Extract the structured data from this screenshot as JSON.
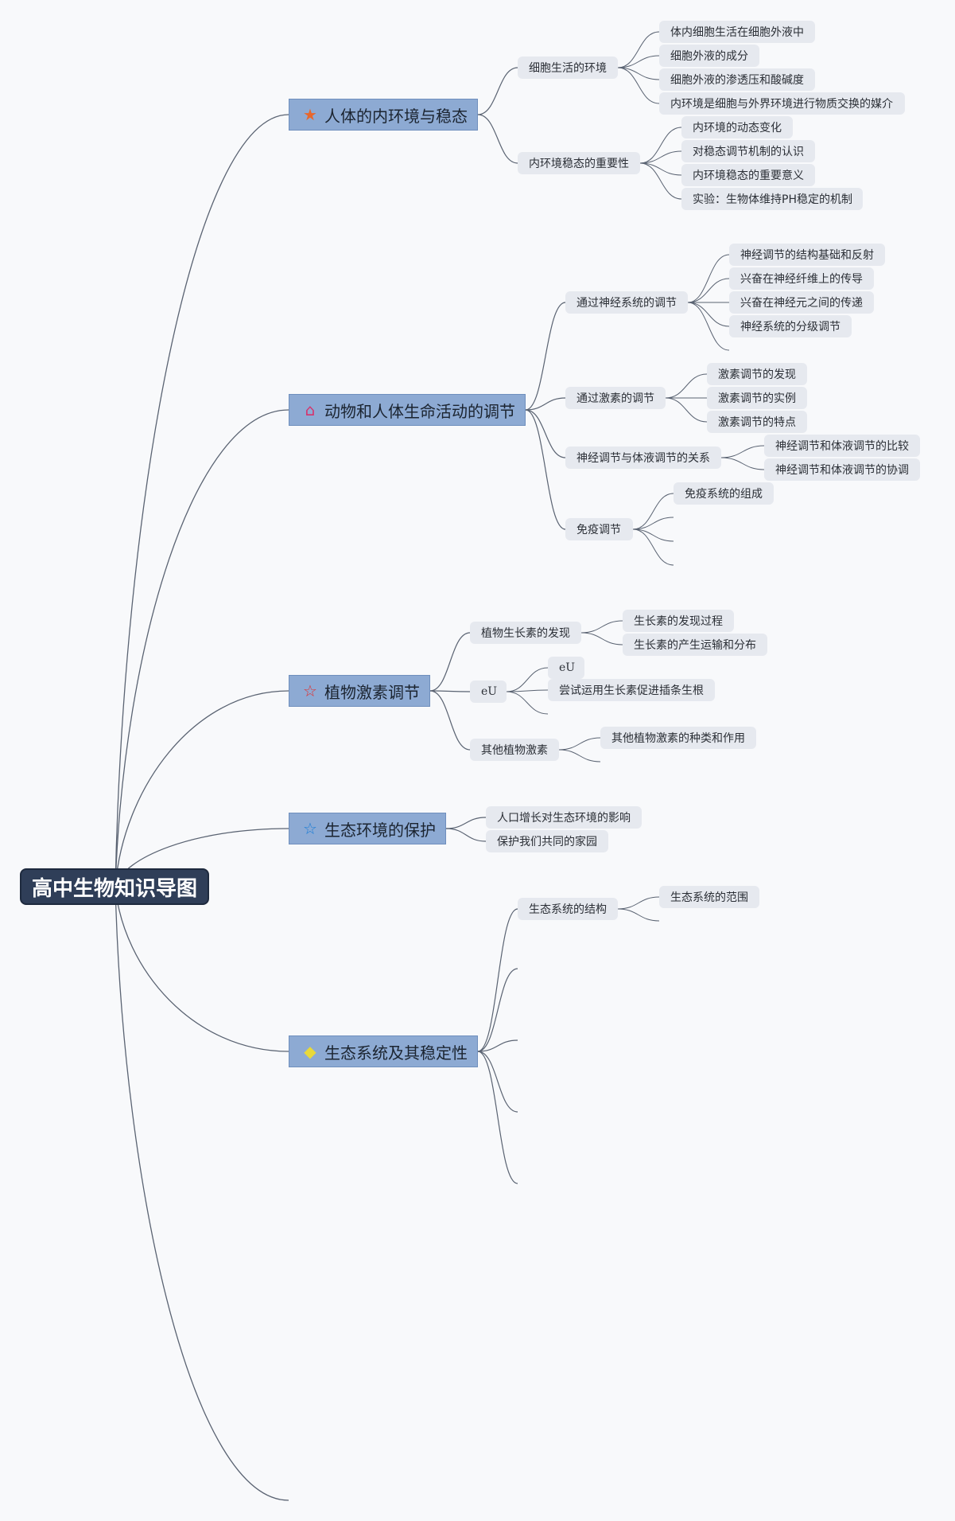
{
  "root": {
    "label": "高中生物知识导图"
  },
  "branches": [
    {
      "label": "人体的内环境与稳态",
      "icon": "★",
      "icon_name": "star-filled-icon",
      "icon_color": "#e8672c",
      "subs": [
        {
          "label": "细胞生活的环境",
          "leaves": [
            "体内细胞生活在细胞外液中",
            "细胞外液的成分",
            "细胞外液的渗透压和酸碱度",
            "内环境是细胞与外界环境进行物质交换的媒介"
          ]
        },
        {
          "label": "内环境稳态的重要性",
          "leaves": [
            "内环境的动态变化",
            "对稳态调节机制的认识",
            "内环境稳态的重要意义",
            "实验：生物体维持PH稳定的机制"
          ]
        }
      ]
    },
    {
      "label": "动物和人体生命活动的调节",
      "icon": "⌂",
      "icon_name": "home-icon",
      "icon_color": "#d6336c",
      "subs": [
        {
          "label": "通过神经系统的调节",
          "leaves": [
            "神经调节的结构基础和反射",
            "兴奋在神经纤维上的传导",
            "兴奋在神经元之间的传递",
            "神经系统的分级调节"
          ]
        },
        {
          "label": "通过激素的调节",
          "leaves": [
            "激素调节的发现",
            "激素调节的实例",
            "激素调节的特点"
          ]
        },
        {
          "label": "神经调节与体液调节的关系",
          "leaves": [
            "神经调节和体液调节的比较",
            "神经调节和体液调节的协调"
          ]
        },
        {
          "label": "免疫调节",
          "leaves": [
            "免疫系统的组成"
          ]
        }
      ]
    },
    {
      "label": "植物激素调节",
      "icon": "☆",
      "icon_name": "star-outline-icon",
      "icon_color": "#e03131",
      "subs": [
        {
          "label": "植物生长素的发现",
          "leaves": [
            "生长素的发现过程",
            "生长素的产生运输和分布"
          ]
        },
        {
          "label": "eU",
          "leaves": [
            "eU",
            "尝试运用生长素促进插条生根"
          ]
        },
        {
          "label": "其他植物激素",
          "leaves": [
            "其他植物激素的种类和作用"
          ]
        }
      ]
    },
    {
      "label": "生态环境的保护",
      "icon": "☆",
      "icon_name": "star-outline-icon",
      "icon_color": "#1c7ed6",
      "leaves": [
        "人口增长对生态环境的影响",
        "保护我们共同的家园"
      ]
    },
    {
      "label": "生态系统及其稳定性",
      "icon": "◆",
      "icon_name": "diamond-icon",
      "icon_color": "#e8d93a",
      "subs": [
        {
          "label": "生态系统的结构",
          "leaves": [
            "生态系统的范围"
          ]
        }
      ]
    }
  ],
  "colors": {
    "link": "#5a6372",
    "main_fill": "#8daad3",
    "root_fill": "#2f3e58",
    "node_fill": "#e6e9ef",
    "background": "#f8f9fb"
  }
}
